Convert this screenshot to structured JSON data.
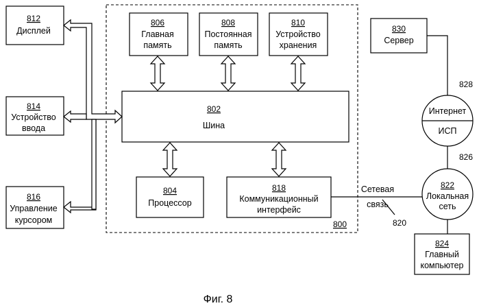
{
  "diagram": {
    "display": {
      "num": "812",
      "lines": [
        "Дисплей"
      ]
    },
    "input_device": {
      "num": "814",
      "lines": [
        "Устройство",
        "ввода"
      ]
    },
    "cursor_control": {
      "num": "816",
      "lines": [
        "Управление",
        "курсором"
      ]
    },
    "main_memory": {
      "num": "806",
      "lines": [
        "Главная",
        "память"
      ]
    },
    "rom": {
      "num": "808",
      "lines": [
        "Постоянная",
        "память"
      ]
    },
    "storage": {
      "num": "810",
      "lines": [
        "Устройство",
        "хранения"
      ]
    },
    "bus": {
      "num": "802",
      "lines": [
        "Шина"
      ]
    },
    "processor": {
      "num": "804",
      "lines": [
        "Процессор"
      ]
    },
    "comm_interface": {
      "num": "818",
      "lines": [
        "Коммуникационный",
        "интерфейс"
      ]
    },
    "system_ref": "800",
    "server": {
      "num": "830",
      "lines": [
        "Сервер"
      ]
    },
    "internet": {
      "label": "Интернет",
      "ref": "828"
    },
    "isp": {
      "label": "ИСП",
      "ref": "826"
    },
    "local_network": {
      "num": "822",
      "lines": [
        "Локальная",
        "сеть"
      ]
    },
    "host_computer": {
      "num": "824",
      "lines": [
        "Главный",
        "компьютер"
      ]
    },
    "network_link": {
      "lines": [
        "Сетевая",
        "связь"
      ],
      "ref": "820"
    }
  },
  "caption": "Фиг. 8"
}
